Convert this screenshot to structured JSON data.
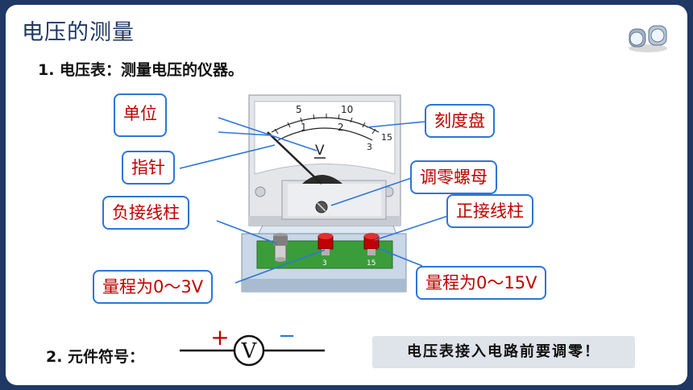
{
  "title": "电压的测量",
  "item1": "1. 电压表：测量电压的仪器。",
  "item2": "2. 元件符号：",
  "callouts": {
    "unit": "单位",
    "pointer": "指针",
    "negative_terminal": "负接线柱",
    "dial": "刻度盘",
    "zero_adjust": "调零螺母",
    "positive_terminal": "正接线柱",
    "range_small": "量程为0～3V",
    "range_large": "量程为0～15V"
  },
  "meter": {
    "upper_scale": [
      "5",
      "10",
      "15"
    ],
    "lower_scale": [
      "1",
      "2",
      "3"
    ],
    "unit_symbol": "V",
    "terminal_labels": [
      "3",
      "15"
    ]
  },
  "symbol": {
    "letter": "V",
    "plus": "+",
    "minus": "−"
  },
  "note": "电压表接入电路前要调零！",
  "colors": {
    "frame": "#1f3864",
    "callout_border": "#2e75d6",
    "callout_text": "#c00000",
    "base_green": "#3a9d3a",
    "terminal_red": "#c00000"
  }
}
